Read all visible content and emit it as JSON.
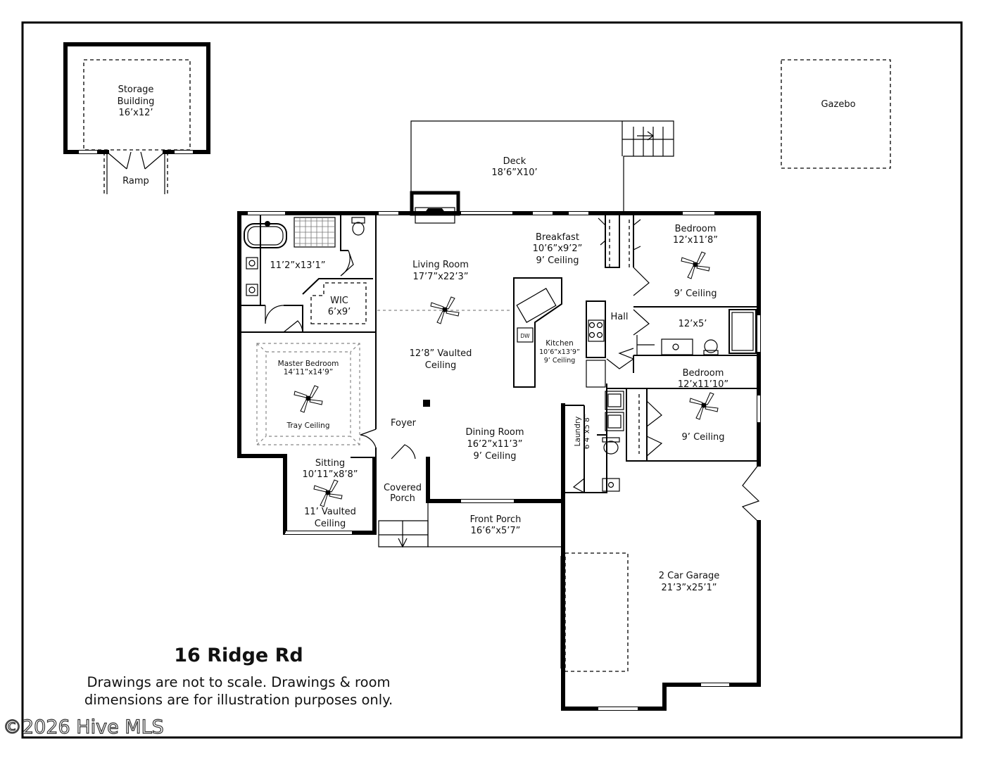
{
  "property": {
    "address": "16 Ridge Rd",
    "disclaimer_line1": "Drawings are not to scale. Drawings & room",
    "disclaimer_line2": "dimensions are for illustration purposes only.",
    "watermark": "©2026 Hive MLS"
  },
  "outbuildings": {
    "storage": {
      "l1": "Storage",
      "l2": "Building",
      "l3": "16’x12’"
    },
    "ramp": "Ramp",
    "gazebo": "Gazebo"
  },
  "rooms": {
    "deck": {
      "name": "Deck",
      "dims": "18’6”X10’"
    },
    "living": {
      "name": "Living Room",
      "dims": "17’7”x22’3”",
      "ceiling1": "12’8” Vaulted",
      "ceiling2": "Ceiling"
    },
    "breakfast": {
      "name": "Breakfast",
      "dims": "10’6”x9’2”",
      "ceiling": "9’ Ceiling"
    },
    "bedroom1": {
      "name": "Bedroom",
      "dims": "12’x11’8”",
      "ceiling": "9’ Ceiling"
    },
    "bath2": {
      "dims": "12’x5’"
    },
    "hall": {
      "name": "Hall"
    },
    "kitchen": {
      "name": "Kitchen",
      "dims": "10’6”x13’9”",
      "ceiling": "9’ Ceiling",
      "dw": "DW"
    },
    "master_bath": {
      "dims": "11’2”x13’1”"
    },
    "wic": {
      "name": "WIC",
      "dims": "6’x9’"
    },
    "master": {
      "name": "Master Bedroom",
      "dims": "14’11”x14’9”",
      "ceiling": "Tray Ceiling"
    },
    "bedroom2": {
      "name": "Bedroom",
      "dims": "12’x11’10”",
      "ceiling": "9’ Ceiling"
    },
    "laundry": {
      "name": "Laundry",
      "dims": "6’4”x5’8”"
    },
    "foyer": {
      "name": "Foyer"
    },
    "dining": {
      "name": "Dining Room",
      "dims": "16’2”x11’3”",
      "ceiling": "9’ Ceiling"
    },
    "sitting": {
      "name": "Sitting",
      "dims": "10’11”x8’8”",
      "ceiling1": "11’ Vaulted",
      "ceiling2": "Ceiling"
    },
    "covered_porch": {
      "l1": "Covered",
      "l2": "Porch"
    },
    "front_porch": {
      "name": "Front Porch",
      "dims": "16’6”x5’7”"
    },
    "garage": {
      "name": "2 Car Garage",
      "dims": "21’3”x25’1”"
    }
  }
}
